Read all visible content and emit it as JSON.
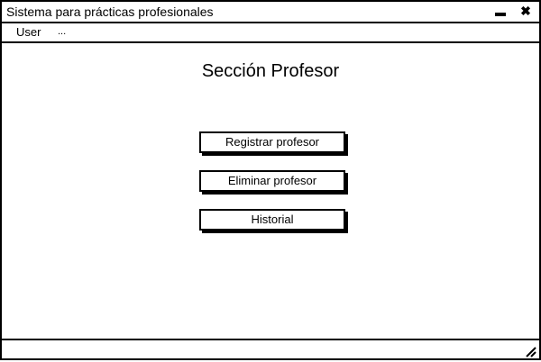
{
  "window": {
    "title": "Sistema para prácticas profesionales"
  },
  "menu": {
    "items": [
      "User",
      "..."
    ]
  },
  "main": {
    "title": "Sección Profesor",
    "buttons": [
      "Registrar profesor",
      "Eliminar profesor",
      "Historial"
    ]
  },
  "icons": {
    "minimize": "minimize-icon",
    "close": "close-icon",
    "resize": "resize-grip-icon"
  }
}
